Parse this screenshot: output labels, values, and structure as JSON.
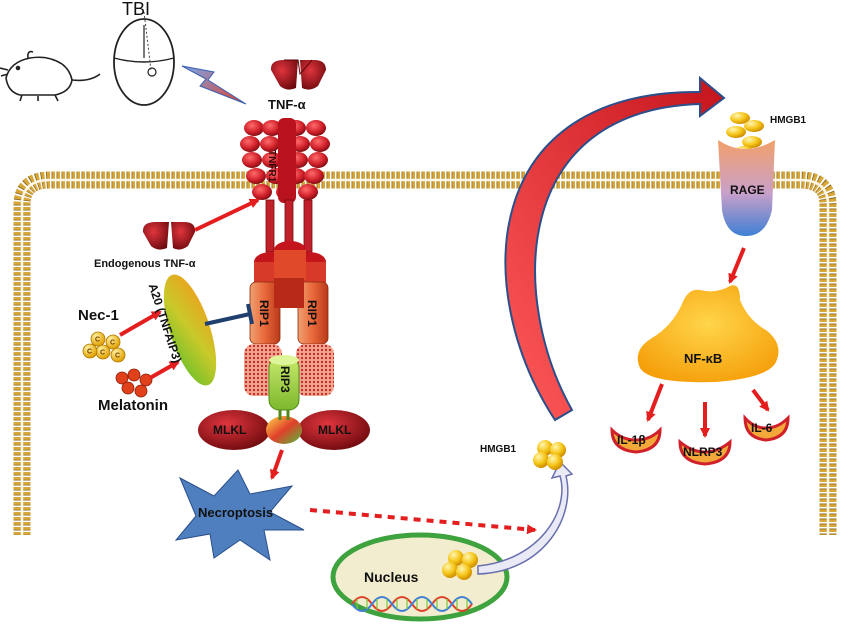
{
  "labels": {
    "tbi": "TBI",
    "tnf_alpha": "TNF-α",
    "tnfr1": "TNFR1",
    "endogenous_tnf": "Endogenous TNF-α",
    "nec1": "Nec-1",
    "melatonin": "Melatonin",
    "a20": "A20 (TNFAIP3)",
    "rip1_left": "RIP1",
    "rip1_right": "RIP1",
    "rip3": "RIP3",
    "mlkl_left": "MLKL",
    "mlkl_right": "MLKL",
    "necroptosis": "Necroptosis",
    "nucleus": "Nucleus",
    "hmgb1_inside": "HMGB1",
    "hmgb1_outside": "HMGB1",
    "rage": "RAGE",
    "nfkb": "NF-κB",
    "il1b": "IL-1β",
    "nlrp3": "NLRP3",
    "il6": "IL-6"
  },
  "colors": {
    "arrow_red": "#e41e1e",
    "inhibit_blue": "#1f3f6e",
    "receptor_red": "#d0202a",
    "dark_red": "#8e0c12",
    "nfkb_yellow": "#f7b316",
    "nucleus_green": "#3ea33e",
    "membrane_gold": "#d8a73a",
    "hmgb1_yellow": "#f5c518"
  },
  "icons": [
    "mouse-icon",
    "head-icon",
    "lightning-icon",
    "dna-icon"
  ]
}
